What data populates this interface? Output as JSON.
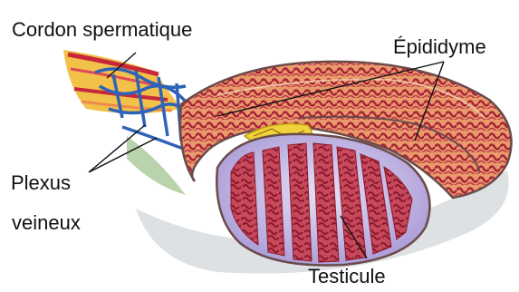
{
  "labels": {
    "cordon": "Cordon spermatique",
    "epididyme": "Épididyme",
    "plexus_line1": "Plexus",
    "plexus_line2": "veineux",
    "testicule": "Testicule"
  },
  "colors": {
    "background": "#ffffff",
    "tubule": "#a8223a",
    "tubule_light": "#d8566a",
    "vein": "#2f63b8",
    "cord_yellow": "#f2c14a",
    "rete_yellow": "#f0d23a",
    "tunica_lilac": "#b8aee0",
    "capsule_outline": "#6b4a4a",
    "shadow": "#9aa3a8",
    "green_tint": "#9bc08a"
  }
}
